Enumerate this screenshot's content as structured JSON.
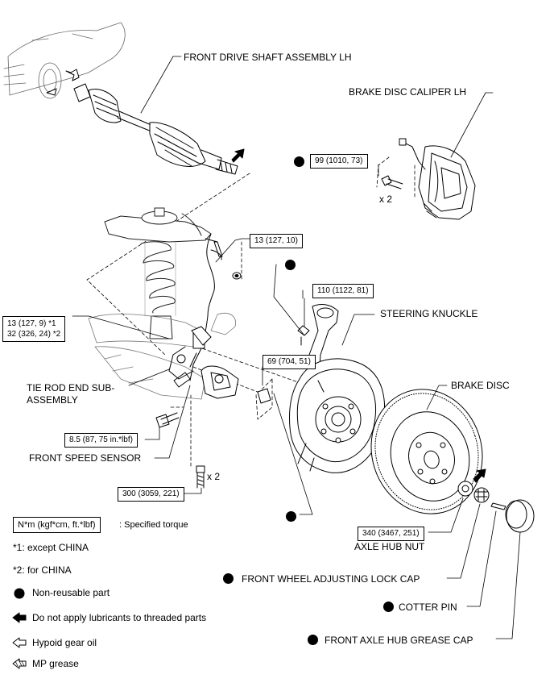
{
  "labels": {
    "front_drive_shaft": "FRONT DRIVE SHAFT ASSEMBLY LH",
    "brake_disc_caliper": "BRAKE DISC CALIPER LH",
    "steering_knuckle": "STEERING KNUCKLE",
    "brake_disc": "BRAKE DISC",
    "tie_rod_end_line1": "TIE ROD END SUB-",
    "tie_rod_end_line2": "ASSEMBLY",
    "front_speed_sensor": "FRONT SPEED SENSOR",
    "axle_hub_nut": "AXLE HUB NUT",
    "adjusting_lock_cap": "FRONT WHEEL ADJUSTING LOCK CAP",
    "cotter_pin": "COTTER PIN",
    "grease_cap": "FRONT AXLE HUB GREASE CAP",
    "x2_caliper": "x 2",
    "x2_lower": "x 2"
  },
  "torques": {
    "caliper": "99 (1010, 73)",
    "sensor_bracket": "13 (127, 10)",
    "knuckle_upper": "110 (1122, 81)",
    "tie_rod_line1": "13 (127, 9) *1",
    "tie_rod_line2": "32 (326, 24) *2",
    "tie_rod_nut": "69 (704, 51)",
    "speed_sensor": "8.5 (87, 75 in.*lbf)",
    "lower_bolts": "300 (3059, 221)",
    "axle_hub_nut": "340 (3467, 251)"
  },
  "legend": {
    "unit_box": "N*m (kgf*cm, ft.*lbf)",
    "unit_desc": ": Specified torque",
    "note1": "*1: except CHINA",
    "note2": "*2: for CHINA",
    "non_reusable": "Non-reusable part",
    "no_lubricant": "Do not apply lubricants to threaded parts",
    "hypoid": "Hypoid gear oil",
    "mp_grease": "MP grease"
  },
  "icons": [
    "non-reusable-dot-icon",
    "filled-arrow-icon",
    "hollow-arrow-icon",
    "hatched-arrow-icon"
  ]
}
